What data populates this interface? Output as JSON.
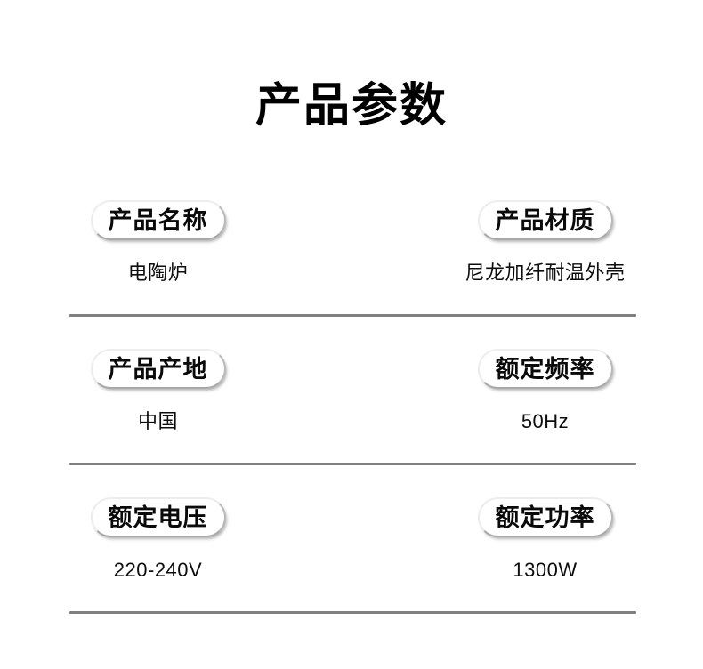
{
  "page": {
    "title": "产品参数",
    "background_color": "#ffffff",
    "divider_color": "#808080"
  },
  "spec_table": {
    "rows": [
      {
        "cells": [
          {
            "label": "产品名称",
            "value": "电陶炉"
          },
          {
            "label": "产品材质",
            "value": "尼龙加纤耐温外壳"
          }
        ]
      },
      {
        "cells": [
          {
            "label": "产品产地",
            "value": "中国"
          },
          {
            "label": "额定频率",
            "value": "50Hz"
          }
        ]
      },
      {
        "cells": [
          {
            "label": "额定电压",
            "value": "220-240V"
          },
          {
            "label": "额定功率",
            "value": "1300W"
          }
        ]
      }
    ]
  }
}
